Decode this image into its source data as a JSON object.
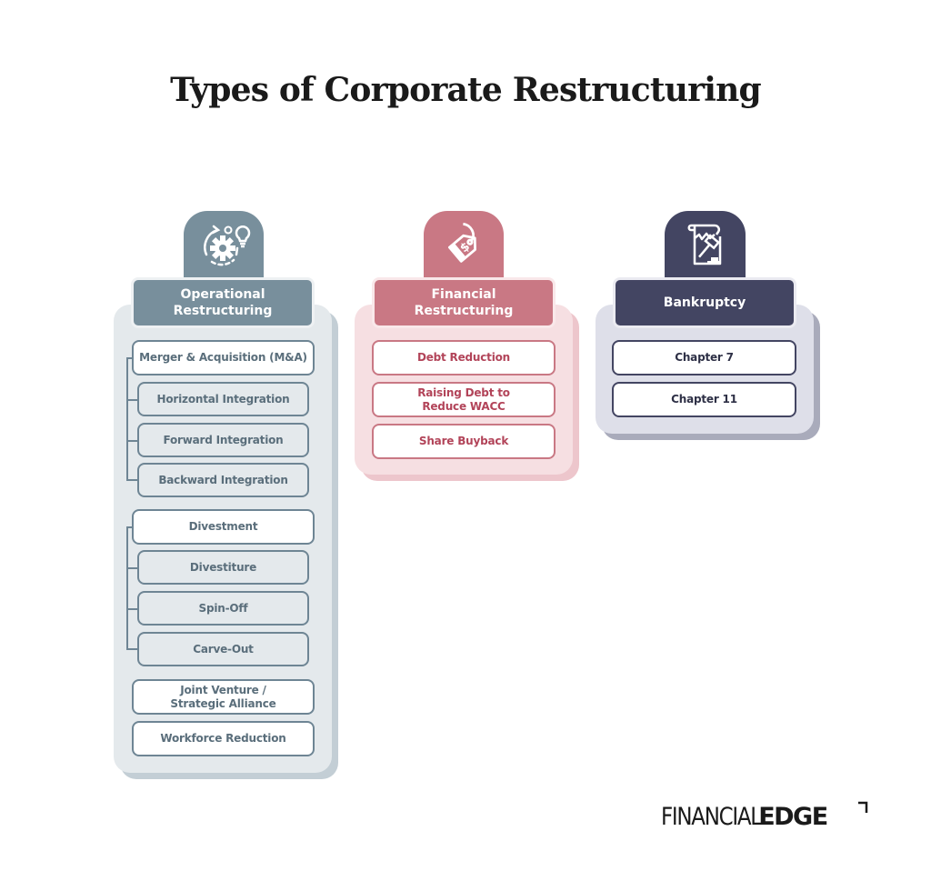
{
  "title": "Types of Corporate Restructuring",
  "colors": {
    "operational": {
      "header": "#788f9c",
      "panel": "#e4e9ec",
      "shadow": "#c3ced5",
      "outline": "#eef1f3",
      "item_border": "#6e8594",
      "item_text": "#5a6e7b",
      "sub_fill": "#e4e9ec"
    },
    "financial": {
      "header": "#c97884",
      "panel": "#f6dfe2",
      "shadow": "#edc6cc",
      "outline": "#f9e8ea",
      "item_border": "#c97884",
      "item_text": "#b24459"
    },
    "bankruptcy": {
      "header": "#434562",
      "panel": "#dedfe9",
      "shadow": "#a9abbb",
      "outline": "#ebebf1",
      "item_border": "#434562",
      "item_text": "#2e3046"
    }
  },
  "columns": {
    "operational": {
      "icon": "gear-cycle-lightbulb-icon",
      "header": "Operational Restructuring",
      "items": [
        {
          "label": "Merger & Acquisition (M&A)",
          "level": 0
        },
        {
          "label": "Horizontal Integration",
          "level": 1
        },
        {
          "label": "Forward Integration",
          "level": 1
        },
        {
          "label": "Backward Integration",
          "level": 1
        },
        {
          "label": "Divestment",
          "level": 0
        },
        {
          "label": "Divestiture",
          "level": 1
        },
        {
          "label": "Spin-Off",
          "level": 1
        },
        {
          "label": "Carve-Out",
          "level": 1
        },
        {
          "label": "Joint Venture / Strategic Alliance",
          "level": 0
        },
        {
          "label": "Workforce Reduction",
          "level": 0
        }
      ]
    },
    "financial": {
      "icon": "price-tag-dollar-icon",
      "header": "Financial Restructuring",
      "items": [
        {
          "label": "Debt Reduction"
        },
        {
          "label": "Raising Debt to Reduce WACC"
        },
        {
          "label": "Share Buyback"
        }
      ]
    },
    "bankruptcy": {
      "icon": "torn-document-gavel-icon",
      "header": "Bankruptcy",
      "items": [
        {
          "label": "Chapter 7"
        },
        {
          "label": "Chapter 11"
        }
      ]
    }
  },
  "logo": {
    "thin": "FINANCIAL",
    "bold": "EDGE"
  }
}
